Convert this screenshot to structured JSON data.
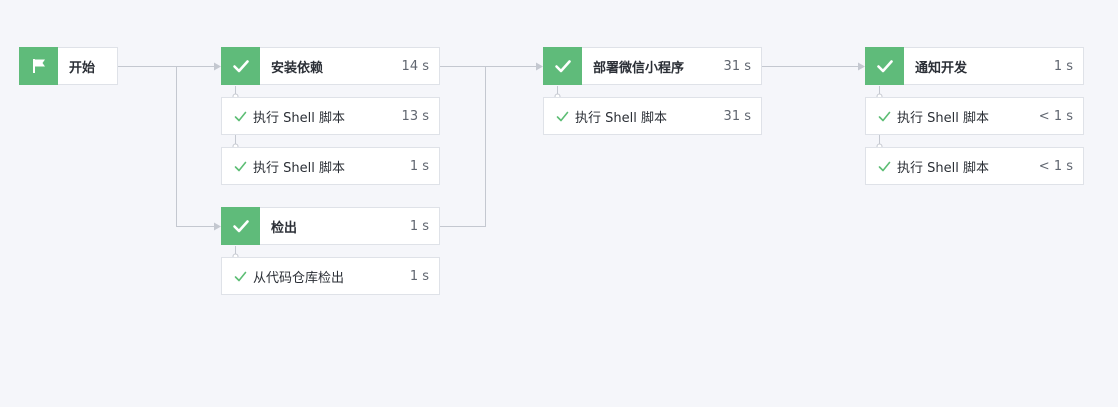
{
  "colors": {
    "badge": "#5fbb7a",
    "check": "#5cbd74",
    "connector": "#c4c8d0",
    "background": "#f5f6fa"
  },
  "pipeline": {
    "start": {
      "label": "开始",
      "icon": "flag-icon"
    },
    "stages": [
      {
        "title": "安装依赖",
        "duration": "14 s",
        "icon": "check-icon",
        "steps": [
          {
            "label": "执行 Shell 脚本",
            "duration": "13 s"
          },
          {
            "label": "执行 Shell 脚本",
            "duration": "1 s"
          }
        ]
      },
      {
        "title": "检出",
        "duration": "1 s",
        "icon": "check-icon",
        "steps": [
          {
            "label": "从代码仓库检出",
            "duration": "1 s"
          }
        ]
      },
      {
        "title": "部署微信小程序",
        "duration": "31 s",
        "icon": "check-icon",
        "steps": [
          {
            "label": "执行 Shell 脚本",
            "duration": "31 s"
          }
        ]
      },
      {
        "title": "通知开发",
        "duration": "1 s",
        "icon": "check-icon",
        "steps": [
          {
            "label": "执行 Shell 脚本",
            "duration": "< 1 s"
          },
          {
            "label": "执行 Shell 脚本",
            "duration": "< 1 s"
          }
        ]
      }
    ]
  }
}
